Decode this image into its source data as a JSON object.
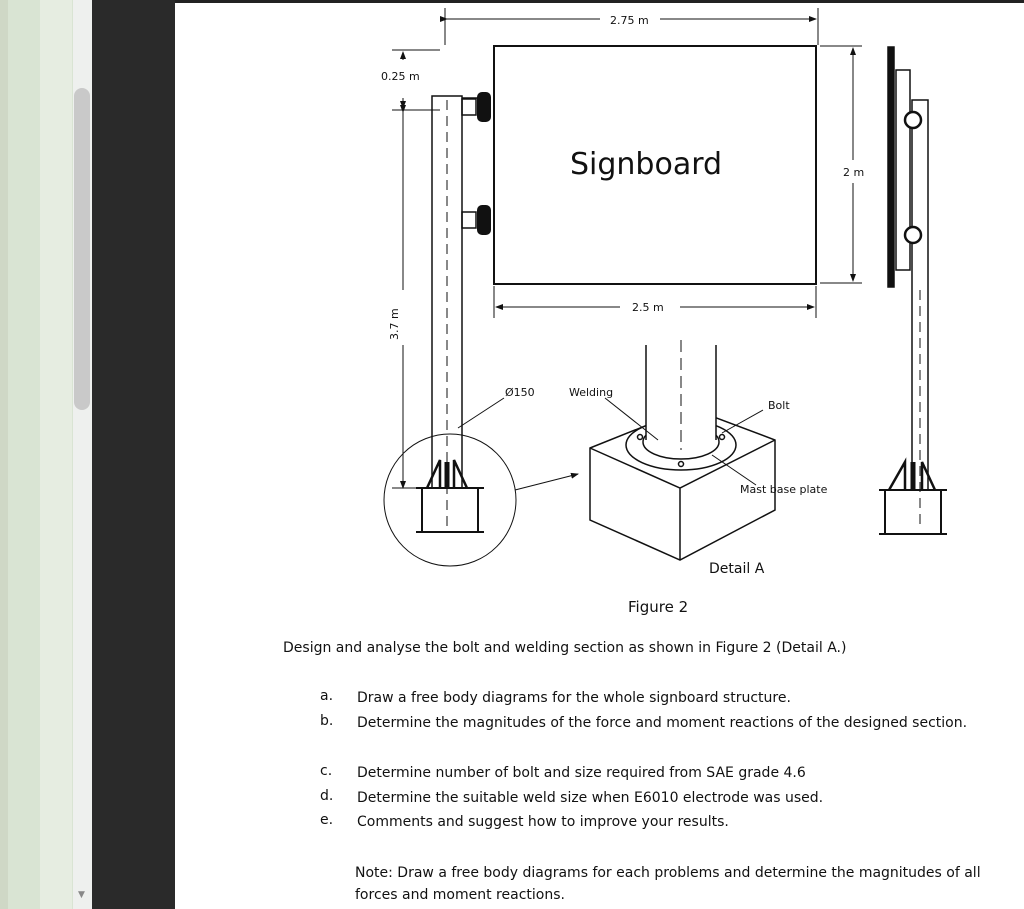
{
  "figure": {
    "dim_top": "2.75 m",
    "dim_offset": "0.25 m",
    "dim_height_pole": "3.7 m",
    "signboard_label": "Signboard",
    "dim_board_height": "2 m",
    "dim_bottom": "2.5 m",
    "diameter": "Ø150",
    "welding": "Welding",
    "bolt": "Bolt",
    "base_plate": "Mast base plate",
    "detail": "Detail A",
    "caption": "Figure 2"
  },
  "intro": "Design and analyse the bolt and welding section as shown in Figure 2 (Detail A.)",
  "tasks": [
    {
      "letter": "a.",
      "text": "Draw a free body diagrams for the whole signboard structure."
    },
    {
      "letter": "b.",
      "text": "Determine the magnitudes of the force and moment reactions of the designed section."
    },
    {
      "letter": "c.",
      "text": "Determine number of bolt and size required from SAE grade 4.6"
    },
    {
      "letter": "d.",
      "text": "Determine the suitable weld size when E6010 electrode was used."
    },
    {
      "letter": "e.",
      "text": "Comments and suggest how to improve your results."
    }
  ],
  "note": "Note: Draw a free body diagrams for each problems and determine the magnitudes of all forces and moment reactions."
}
